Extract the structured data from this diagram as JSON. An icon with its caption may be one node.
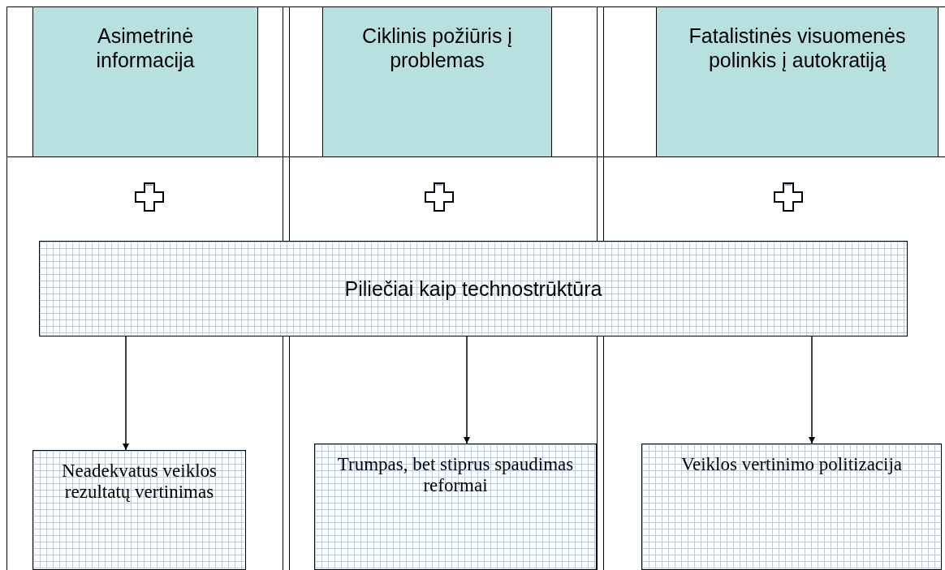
{
  "diagram": {
    "nodes": [
      {
        "text": [
          "Asimetrinė informacija"
        ]
      },
      {
        "text": [
          "Ciklinis požiūris į problemas"
        ]
      },
      {
        "text": [
          "Fatalistinės visuomenės polinkis į autokratiją"
        ]
      },
      {
        "text": [],
        "shape": "cross"
      },
      {
        "text": [],
        "shape": "cross"
      },
      {
        "text": [],
        "shape": "cross"
      },
      {
        "text": [
          "Piliečiai kaip technostrūktūra"
        ]
      },
      {
        "text": [
          "Neadekvatus veiklos rezultatų vertinimas"
        ]
      },
      {
        "text": [
          "Trumpas, bet stiprus spaudimas reformai"
        ]
      },
      {
        "text": [
          "Veiklos vertinimo politizacija"
        ]
      }
    ],
    "edges": [
      {
        "from": 6,
        "to": 7,
        "arrow": "to"
      },
      {
        "from": 6,
        "to": 8,
        "arrow": "to"
      },
      {
        "from": 6,
        "to": 9,
        "arrow": "to"
      }
    ]
  }
}
